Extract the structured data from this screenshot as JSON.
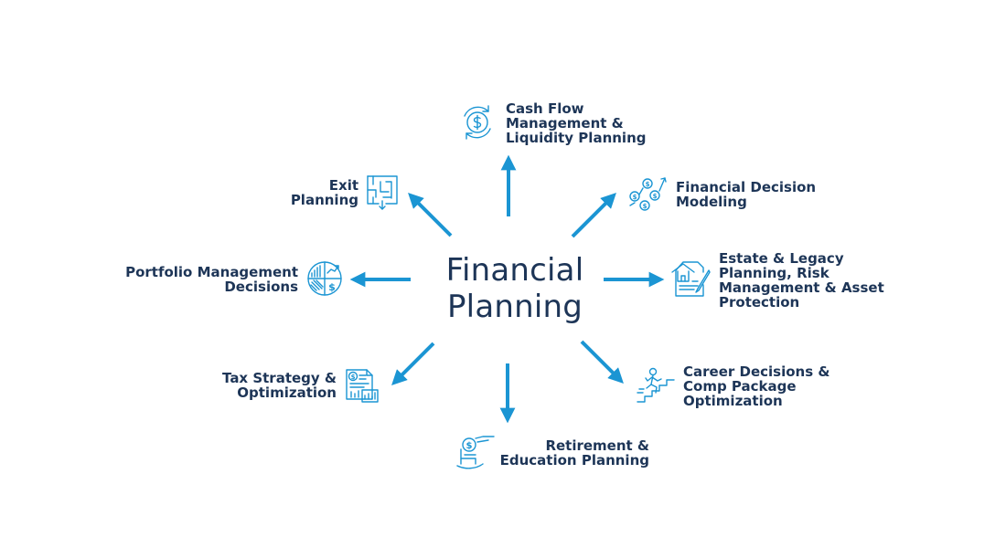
{
  "center": {
    "line1": "Financial",
    "line2": "Planning"
  },
  "colors": {
    "accent": "#1b95d3",
    "text": "#1d3557",
    "background": "#ffffff"
  },
  "nodes": {
    "cash_flow": {
      "lines": [
        "Cash Flow",
        "Management &",
        "Liquidity Planning"
      ],
      "icon": "dollar-cycle-icon"
    },
    "decision_modeling": {
      "lines": [
        "Financial Decision",
        "Modeling"
      ],
      "icon": "dollar-growth-icon"
    },
    "estate": {
      "lines": [
        "Estate & Legacy",
        "Planning, Risk",
        "Management & Asset",
        "Protection"
      ],
      "icon": "house-document-icon"
    },
    "career": {
      "lines": [
        "Career Decisions &",
        "Comp Package",
        "Optimization"
      ],
      "icon": "climbing-stairs-icon"
    },
    "retirement": {
      "lines": [
        "Retirement &",
        "Education Planning"
      ],
      "icon": "rocking-chair-coin-icon"
    },
    "tax": {
      "lines": [
        "Tax Strategy &",
        "Optimization"
      ],
      "icon": "tax-document-icon"
    },
    "portfolio": {
      "lines": [
        "Portfolio Management",
        "Decisions"
      ],
      "icon": "pie-chart-icon"
    },
    "exit": {
      "lines": [
        "Exit",
        "Planning"
      ],
      "icon": "maze-icon"
    }
  }
}
